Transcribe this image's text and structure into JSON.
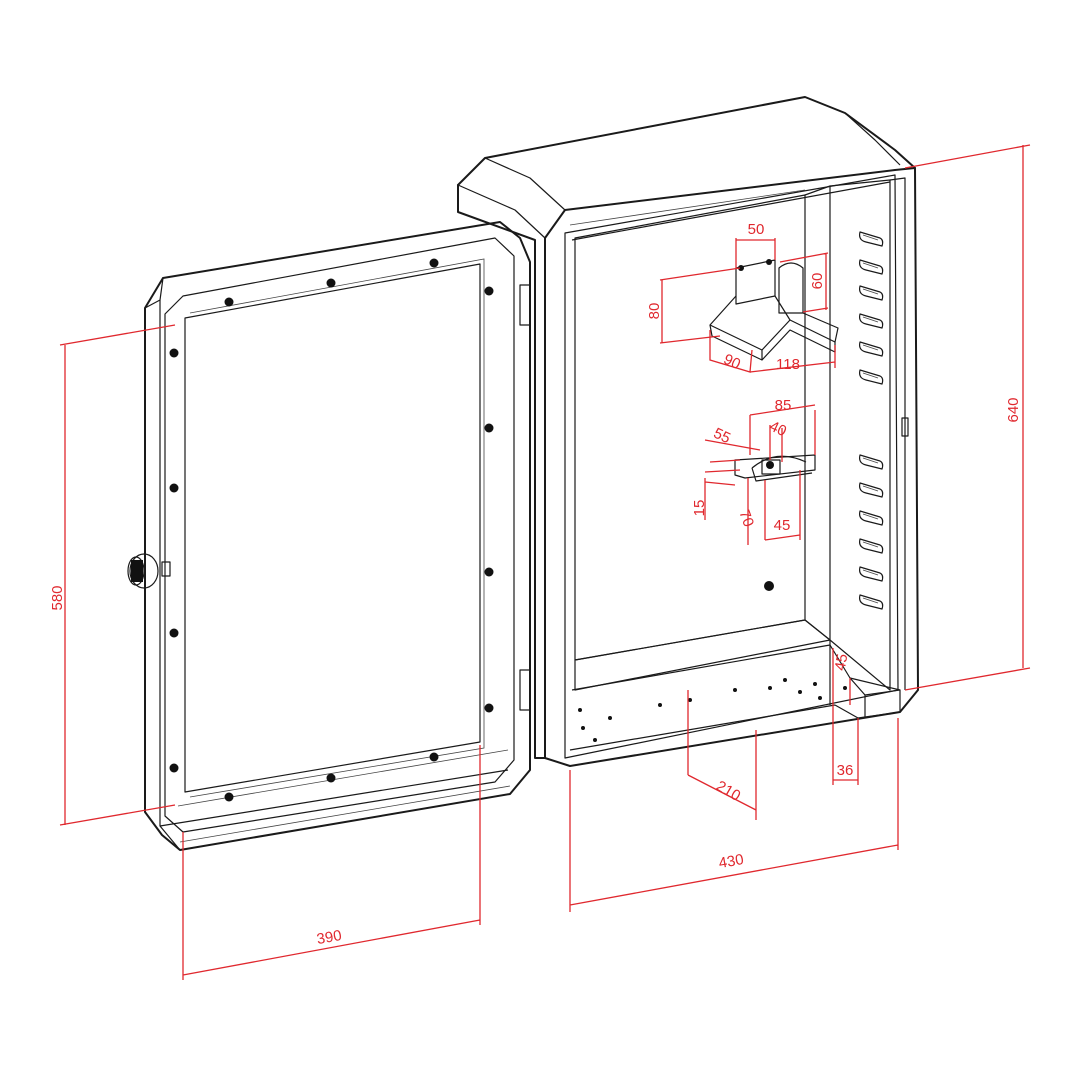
{
  "dimensions": {
    "door_height": "580",
    "door_width": "390",
    "cabinet_height": "640",
    "cabinet_width": "430",
    "bottom_cutout": "210",
    "bottom_depth": "36",
    "bottom_lip": "45",
    "holster_top": "50",
    "holster_side": "60",
    "holster_height": "80",
    "holster_depth": "90",
    "holster_width": "118",
    "hook_width": "85",
    "hook_a": "55",
    "hook_b": "40",
    "hook_c": "15",
    "hook_d": "70",
    "hook_e": "45"
  },
  "colors": {
    "line": "#1a1a1a",
    "dimension": "#e0282e",
    "background": "#ffffff"
  }
}
